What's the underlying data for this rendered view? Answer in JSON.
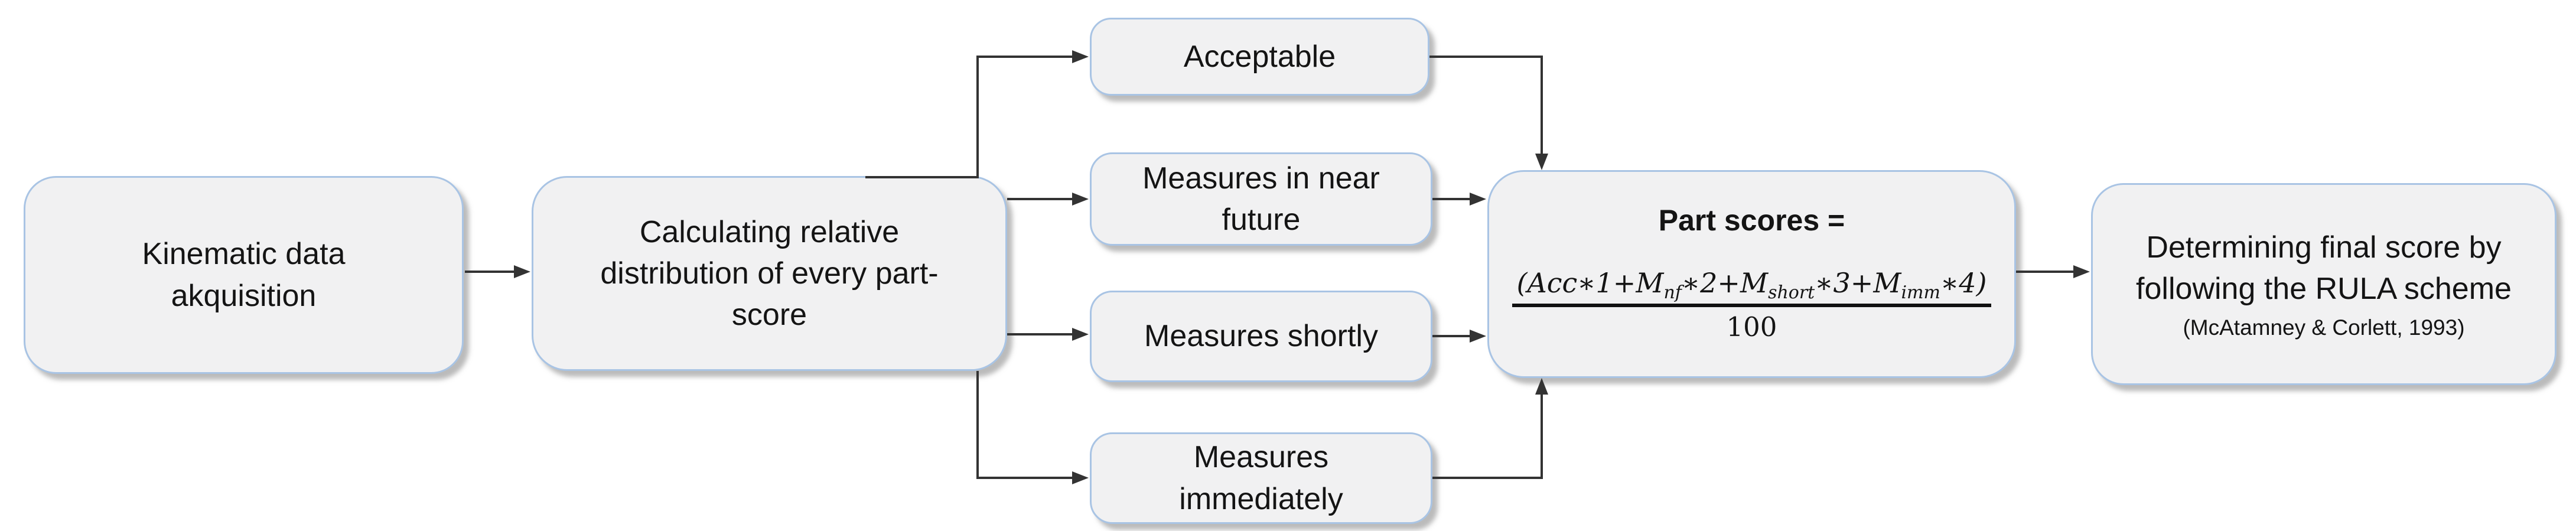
{
  "colors": {
    "background": "#ffffff",
    "node-fill": "#f1f1f2",
    "node-border": "#a9c4e4",
    "arrow-color": "#333333",
    "text-color": "#141414"
  },
  "nodes": {
    "kinematic": {
      "lines": [
        "Kinematic data",
        "akquisition"
      ]
    },
    "calculating": {
      "lines": [
        "Calculating relative",
        "distribution of every part-",
        "score"
      ]
    },
    "acceptable": {
      "lines": [
        "Acceptable"
      ]
    },
    "near_future": {
      "lines": [
        "Measures in near",
        "future"
      ]
    },
    "shortly": {
      "lines": [
        "Measures shortly"
      ]
    },
    "immediately": {
      "lines": [
        "Measures",
        "immediately"
      ]
    },
    "part_scores": {
      "title": "Part scores =",
      "formula": {
        "seg1": "(Acc∗1+M",
        "sub1": "nf",
        "seg2": "∗2+M",
        "sub2": "short",
        "seg3": "∗3+M",
        "sub3": "imm",
        "seg4": "∗4)",
        "denominator": "100"
      }
    },
    "final": {
      "lines": [
        "Determining final score by",
        "following the RULA scheme"
      ],
      "citation": "(McAtamney & Corlett, 1993)"
    }
  },
  "edges": [
    {
      "from": "Kinematic data akquisition",
      "to": "Calculating relative distribution of every part-score"
    },
    {
      "from": "Calculating relative distribution of every part-score",
      "to": "Acceptable"
    },
    {
      "from": "Calculating relative distribution of every part-score",
      "to": "Measures in near future"
    },
    {
      "from": "Calculating relative distribution of every part-score",
      "to": "Measures shortly"
    },
    {
      "from": "Calculating relative distribution of every part-score",
      "to": "Measures immediately"
    },
    {
      "from": "Acceptable",
      "to": "Part scores"
    },
    {
      "from": "Measures in near future",
      "to": "Part scores"
    },
    {
      "from": "Measures shortly",
      "to": "Part scores"
    },
    {
      "from": "Measures immediately",
      "to": "Part scores"
    },
    {
      "from": "Part scores",
      "to": "Determining final score by following the RULA scheme"
    }
  ]
}
